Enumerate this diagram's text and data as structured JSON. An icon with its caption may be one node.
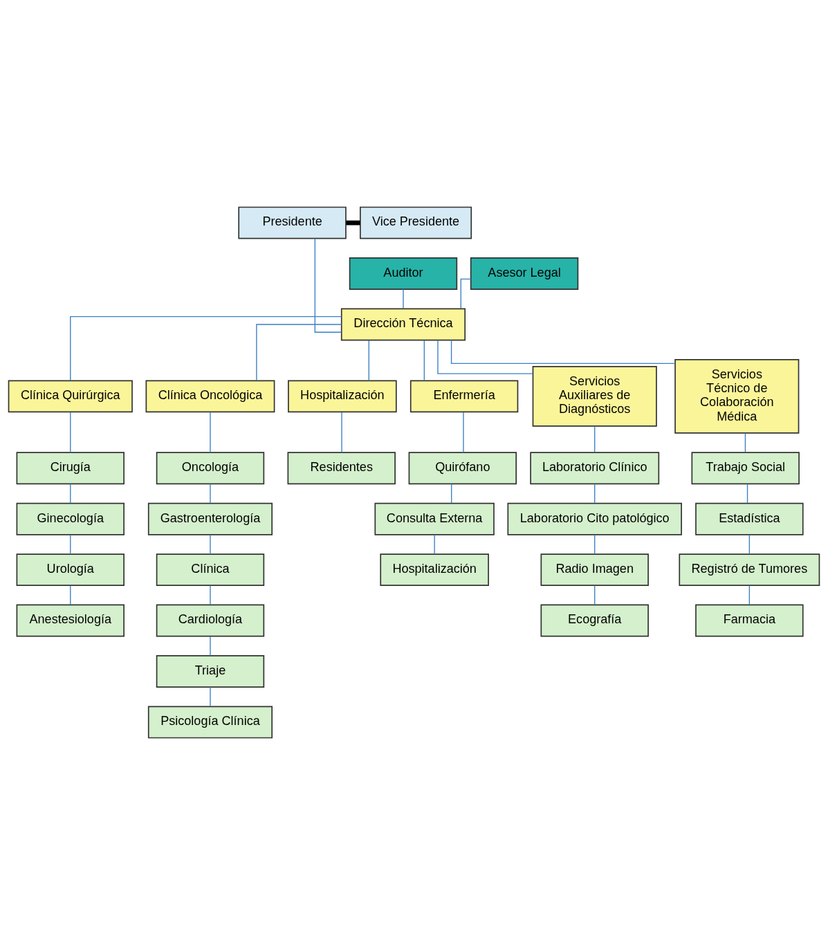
{
  "diagram": {
    "nodes": [
      {
        "text": [
          "Presidente"
        ]
      },
      {
        "text": [
          "Vice Presidente"
        ]
      },
      {
        "text": [
          "Auditor"
        ]
      },
      {
        "text": [
          "Asesor Legal"
        ]
      },
      {
        "text": [
          "Dirección Técnica"
        ]
      },
      {
        "text": [
          "Clínica Quirúrgica"
        ]
      },
      {
        "text": [
          "Clínica Oncológica"
        ]
      },
      {
        "text": [
          "Hospitalización"
        ]
      },
      {
        "text": [
          "Enfermería"
        ]
      },
      {
        "text": [
          "Servicios Auxiliares de Diagnósticos"
        ]
      },
      {
        "text": [
          "Servicios Técnico de Colaboración Médica"
        ]
      },
      {
        "text": [
          "Cirugía"
        ]
      },
      {
        "text": [
          "Ginecología"
        ]
      },
      {
        "text": [
          "Urología"
        ]
      },
      {
        "text": [
          "Anestesiología"
        ]
      },
      {
        "text": [
          "Oncología"
        ]
      },
      {
        "text": [
          "Gastroenterología"
        ]
      },
      {
        "text": [
          "Clínica"
        ]
      },
      {
        "text": [
          "Cardiología"
        ]
      },
      {
        "text": [
          "Triaje"
        ]
      },
      {
        "text": [
          "Psicología Clínica"
        ]
      },
      {
        "text": [
          "Residentes"
        ]
      },
      {
        "text": [
          "Quirófano"
        ]
      },
      {
        "text": [
          "Consulta Externa"
        ]
      },
      {
        "text": [
          "Hospitalización"
        ]
      },
      {
        "text": [
          "Laboratorio Clínico"
        ]
      },
      {
        "text": [
          "Laboratorio Cito patológico"
        ]
      },
      {
        "text": [
          "Radio Imagen"
        ]
      },
      {
        "text": [
          "Ecografía"
        ]
      },
      {
        "text": [
          "Trabajo Social"
        ]
      },
      {
        "text": [
          "Estadística"
        ]
      },
      {
        "text": [
          "Registró de Tumores"
        ]
      },
      {
        "text": [
          "Farmacia"
        ]
      }
    ],
    "edges": [
      {
        "from": 0,
        "to": 1,
        "arrow": "none",
        "style": "thick",
        "color": "#000000"
      },
      {
        "from": 0,
        "to": 4,
        "arrow": "none"
      },
      {
        "from": 2,
        "to": 4,
        "arrow": "none"
      },
      {
        "from": 3,
        "to": 4,
        "arrow": "none"
      },
      {
        "from": 4,
        "to": 5,
        "arrow": "none"
      },
      {
        "from": 4,
        "to": 6,
        "arrow": "none"
      },
      {
        "from": 4,
        "to": 7,
        "arrow": "none"
      },
      {
        "from": 4,
        "to": 8,
        "arrow": "none"
      },
      {
        "from": 4,
        "to": 9,
        "arrow": "none"
      },
      {
        "from": 4,
        "to": 10,
        "arrow": "none"
      },
      {
        "from": 5,
        "to": 11,
        "arrow": "none"
      },
      {
        "from": 11,
        "to": 12,
        "arrow": "none"
      },
      {
        "from": 12,
        "to": 13,
        "arrow": "none"
      },
      {
        "from": 13,
        "to": 14,
        "arrow": "none"
      },
      {
        "from": 6,
        "to": 15,
        "arrow": "none"
      },
      {
        "from": 15,
        "to": 16,
        "arrow": "none"
      },
      {
        "from": 16,
        "to": 17,
        "arrow": "none"
      },
      {
        "from": 17,
        "to": 18,
        "arrow": "none"
      },
      {
        "from": 18,
        "to": 19,
        "arrow": "none"
      },
      {
        "from": 19,
        "to": 20,
        "arrow": "none"
      },
      {
        "from": 7,
        "to": 21,
        "arrow": "none"
      },
      {
        "from": 8,
        "to": 22,
        "arrow": "none"
      },
      {
        "from": 22,
        "to": 23,
        "arrow": "none"
      },
      {
        "from": 23,
        "to": 24,
        "arrow": "none"
      },
      {
        "from": 9,
        "to": 25,
        "arrow": "none"
      },
      {
        "from": 25,
        "to": 26,
        "arrow": "none"
      },
      {
        "from": 26,
        "to": 27,
        "arrow": "none"
      },
      {
        "from": 27,
        "to": 28,
        "arrow": "none"
      },
      {
        "from": 10,
        "to": 29,
        "arrow": "none"
      },
      {
        "from": 29,
        "to": 30,
        "arrow": "none"
      },
      {
        "from": 30,
        "to": 31,
        "arrow": "none"
      },
      {
        "from": 31,
        "to": 32,
        "arrow": "none"
      }
    ]
  }
}
